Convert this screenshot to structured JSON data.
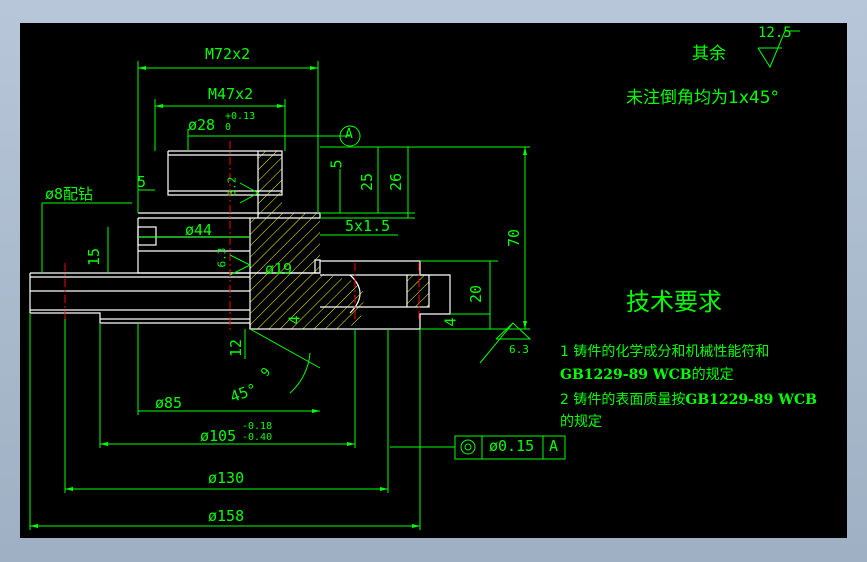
{
  "drawing": {
    "roughness_default": {
      "label": "其余",
      "value": "12.5"
    },
    "chamfer_note": "未注倒角均为1x45°",
    "dims": {
      "m72": "M72x2",
      "m47": "M47x2",
      "d28": "ø28",
      "d28_tol": "+0.13",
      "d28_tol_low": "0",
      "datum": "A",
      "d8_pin": "ø8配钻",
      "five_a": "5",
      "five_b": "5",
      "d25": "25",
      "d26": "26",
      "d70": "70",
      "chamfer": "5x1.5",
      "d44": "ø44",
      "d15": "15",
      "d19": "ø19",
      "d20": "20",
      "four_a": "4",
      "four_b": "4",
      "d12": "12",
      "deg45": "45°",
      "r9": "9",
      "d85": "ø85",
      "d105": "ø105",
      "d105_up": "-0.18",
      "d105_low": "-0.40",
      "d130": "ø130",
      "d158": "ø158"
    },
    "roughness_marks": {
      "r32": "3.2",
      "r63a": "6.3",
      "r63b": "6.3"
    },
    "tolerance_frame": {
      "value": "ø0.15",
      "datum": "A"
    },
    "tech_title": "技术要求",
    "notes": {
      "n1a": "1 铸件的化学成分和机械性能符和",
      "n1b_std": "GB1229-89 WCB",
      "n1b_tail": "的规定",
      "n2a": "2 铸件的表面质量按",
      "n2a_std": "GB1229-89 WCB",
      "n2b": "的规定"
    },
    "colors": {
      "bg": "#000000",
      "line": "#ffffff",
      "dim": "#00ff00",
      "center": "#ff0000"
    }
  }
}
